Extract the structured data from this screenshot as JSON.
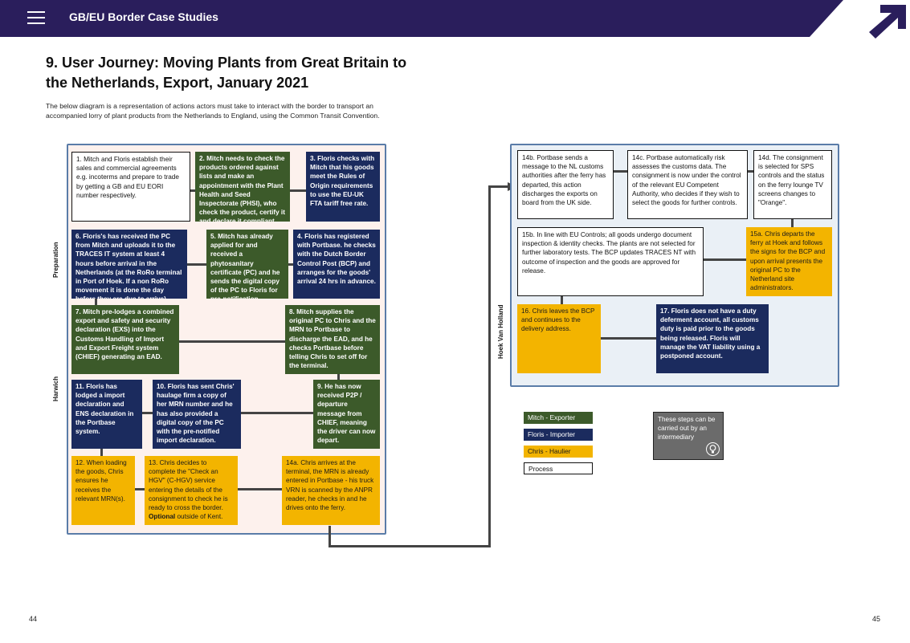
{
  "header": {
    "title": "GB/EU Border Case Studies"
  },
  "page": {
    "title": "9. User Journey: Moving Plants from Great Britain to the Netherlands, Export, January 2021",
    "intro": "The below diagram is a representation of actions actors must take to interact with the border to transport an accompanied lorry of plant products from the Netherlands to England, using the Common Transit Convention."
  },
  "labels": {
    "preparation": "Preparation",
    "harwich": "Harwich",
    "hoek": "Hoek Van Holland"
  },
  "steps": {
    "s1": "1. Mitch and Floris establish their sales and commercial agreements e.g. incoterms and prepare to trade by getting a GB and EU EORI number respectively.",
    "s2": "2. Mitch needs to check the products ordered against lists and make an appointment with the Plant Health and Seed Inspectorate (PHSI), who check the product, certify it and declare it compliant.",
    "s3": "3. Floris checks with Mitch that his goods meet the Rules of Origin requirements to use the EU-UK FTA tariff free rate.",
    "s4": "4. Floris has registered with Portbase. he checks with the Dutch Border Control Post (BCP) and arranges for the goods' arrival 24 hrs in advance.",
    "s5": "5. Mitch has already applied for and received a phytosanitary certificate (PC) and he sends the digital copy of the PC to Floris for pre-notification purposes.",
    "s6": "6. Floris's has received the PC from Mitch and uploads it to the TRACES IT system at least 4 hours before arrival in the Netherlands (at the RoRo terminal in Port of Hoek. If a non RoRo movement it is done the day before they are due to arrive).",
    "s7": "7. Mitch pre-lodges a combined export and safety and security declaration (EXS) into the Customs Handling of Import and Export Freight system (CHIEF) generating an EAD.",
    "s8": "8. Mitch supplies the original PC to Chris and the MRN to Portbase to discharge the EAD, and he checks Portbase before telling Chris to set off for the terminal.",
    "s9": "9. He has now received P2P / departure message from CHIEF, meaning the driver can now depart.",
    "s10": "10. Floris has sent Chris' haulage firm a copy of her MRN number and he has also provided a digital copy of the PC with the pre-notified import declaration.",
    "s11": "11. Floris has lodged a import declaration and ENS declaration in the Portbase system.",
    "s12": "12. When loading the goods, Chris ensures he receives the relevant MRN(s).",
    "s13": "13. Chris decides to complete the \"Check an HGV\" (C-HGV) service entering the details of the consignment to check he is ready to cross the border.",
    "s13_opt": "Optional",
    "s13_tail": " outside of Kent.",
    "s14a": "14a. Chris arrives at the terminal, the MRN is already entered in Portbase - his truck VRN is scanned by the ANPR reader, he checks in and he drives onto the ferry.",
    "s14b": "14b. Portbase sends a message to the NL customs authorities after the ferry has departed, this action discharges the exports on board from the UK side.",
    "s14c": "14c. Portbase automatically risk assesses the customs data. The consignment is now under the control of the relevant EU Competent Authority, who decides if they wish to select the goods for further controls.",
    "s14d": "14d. The consignment is selected for SPS controls and the status on the ferry lounge TV screens changes to \"Orange\".",
    "s15a": "15a. Chris departs the ferry at Hoek and follows the signs for the BCP and upon arrival presents the original PC to the Netherland site administrators.",
    "s15b": "15b. In line with EU Controls; all goods undergo document inspection & identity checks. The plants are not selected for further laboratory tests. The BCP updates TRACES NT with outcome of inspection and the goods are approved for release.",
    "s16": "16. Chris leaves the BCP and continues to the delivery address.",
    "s17": "17. Floris does not have a duty deferment account, all customs duty is paid prior to the goods being released. Floris will manage the VAT liability using a postponed account."
  },
  "legend": {
    "mitch": "Mitch - Exporter",
    "floris": "Floris - Importer",
    "chris": "Chris - Haulier",
    "process": "Process",
    "intermediary": "These steps can be carried out by an intermediary"
  },
  "footer": {
    "left_page": "44",
    "right_page": "45"
  },
  "colors": {
    "header": "#2a1e5c",
    "exporter": "#3c5a2a",
    "importer": "#1b2b5e",
    "haulier": "#f3b400",
    "intermediary": "#6b6b6b"
  },
  "icons": [
    "menu-icon",
    "arrow-logo-icon",
    "lightbulb-icon"
  ]
}
